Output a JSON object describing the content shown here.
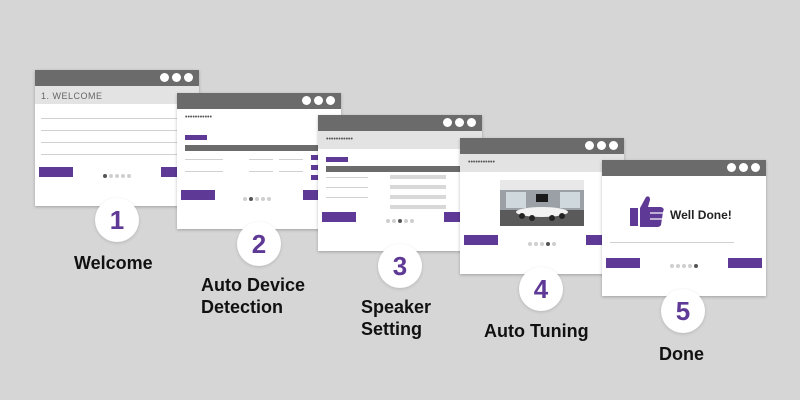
{
  "steps": [
    {
      "number": "1",
      "label": "Welcome"
    },
    {
      "number": "2",
      "label": "Auto Device Detection"
    },
    {
      "number": "3",
      "label": "Speaker Setting"
    },
    {
      "number": "4",
      "label": "Auto Tuning"
    },
    {
      "number": "5",
      "label": "Done"
    }
  ],
  "windows": {
    "w1_header": "1. WELCOME",
    "masked_header": "•••••••••••",
    "done_text": "Well Done!"
  },
  "colors": {
    "accent": "#5e3a96",
    "titlebar": "#6b6b6b",
    "background": "#d6d6d6"
  }
}
